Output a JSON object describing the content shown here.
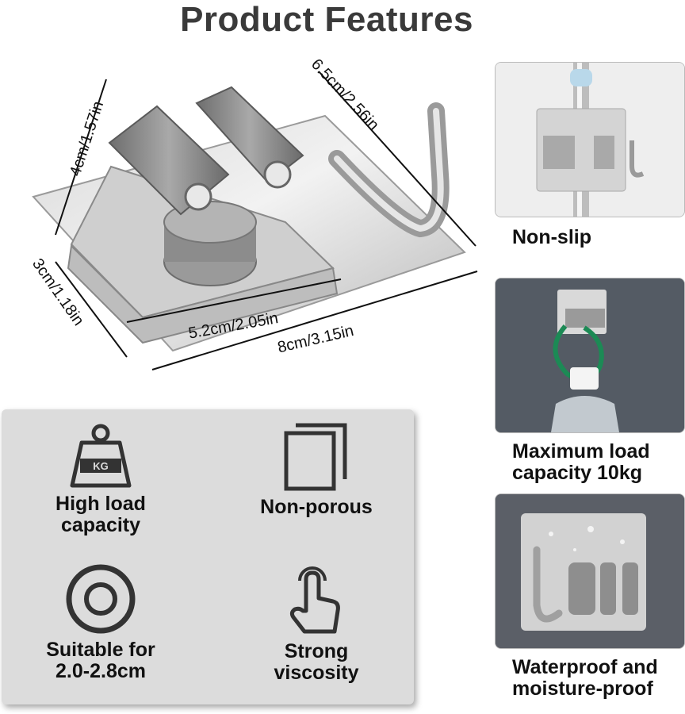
{
  "title": "Product Features",
  "dimensions": {
    "height": "4cm/1.57in",
    "hook": "6.5cm/2.56in",
    "depth": "3cm/1.18in",
    "inner_width": "5.2cm/2.05in",
    "base_width": "8cm/3.15in"
  },
  "features": [
    {
      "icon": "kg-weight-icon",
      "label_line1": "High load",
      "label_line2": "capacity",
      "weight_text": "KG"
    },
    {
      "icon": "square-outline-icon",
      "label_line1": "Non-porous",
      "label_line2": ""
    },
    {
      "icon": "concentric-circle-icon",
      "label_line1": "Suitable for",
      "label_line2": "2.0-2.8cm"
    },
    {
      "icon": "finger-touch-icon",
      "label_line1": "Strong",
      "label_line2": "viscosity"
    }
  ],
  "photos": [
    {
      "label_line1": "Non-slip",
      "label_line2": ""
    },
    {
      "label_line1": "Maximum load",
      "label_line2": "capacity 10kg"
    },
    {
      "label_line1": "Waterproof and",
      "label_line2": "moisture-proof"
    }
  ],
  "colors": {
    "panel": "#dcdcdc",
    "title": "#3a3a3a",
    "steel": "#c8c8c8",
    "roller": "#7d7d7d"
  }
}
